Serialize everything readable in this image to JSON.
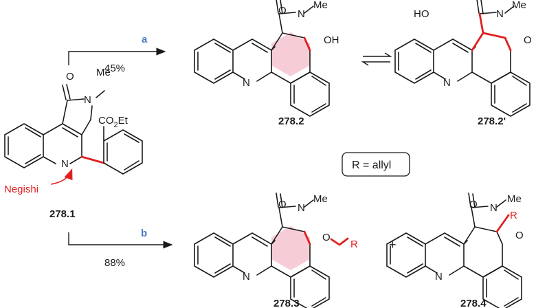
{
  "compounds": {
    "sm": "278.1",
    "p1": "278.2",
    "p1_tautomer": "278.2'",
    "p2": "278.3",
    "p3": "278.4"
  },
  "reactions": {
    "a": {
      "reagent": "a",
      "yield": "45%"
    },
    "b": {
      "reagent": "b",
      "yield": "88%"
    }
  },
  "labels": {
    "negishi": "Negishi",
    "r_definition": "R = allyl",
    "plus": "+"
  },
  "atoms": {
    "N": "N",
    "O": "O",
    "Me": "Me",
    "OH": "OH",
    "HO": "HO",
    "R": "R",
    "CO2Et_main": "CO",
    "CO2Et_sub": "2",
    "CO2Et_tail": "Et"
  },
  "colors": {
    "highlight_bond": "#e02020",
    "ring_fill": "#f6cdd6",
    "reagent_label": "#4a7fc1",
    "ink": "#1a1a1a"
  }
}
